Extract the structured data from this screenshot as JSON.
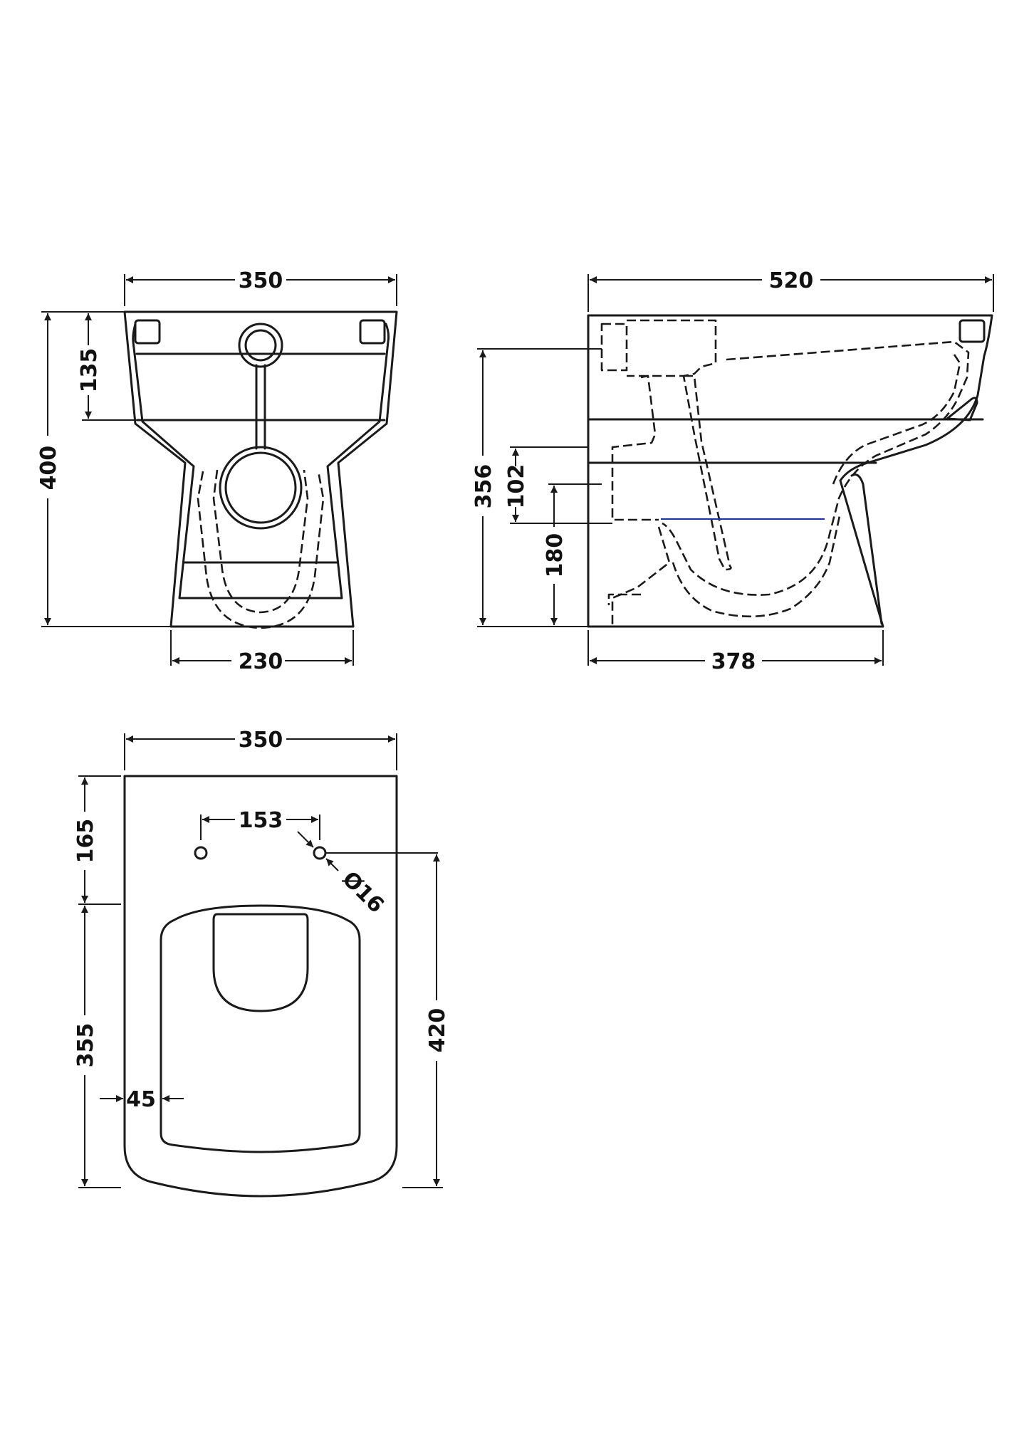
{
  "front_view": {
    "overall_width": "350",
    "base_width": "230",
    "overall_height": "400",
    "cistern_inlet_height": "135"
  },
  "side_view": {
    "overall_depth": "520",
    "base_depth": "378",
    "inlet_height": "356",
    "outlet_span": "102",
    "outlet_height": "180"
  },
  "top_view": {
    "overall_width": "350",
    "fixing_hole_centres": "153",
    "fixing_hole_diameter": "Ø16",
    "rear_to_fixing": "165",
    "fixing_to_front": "355",
    "fixing_to_front_total": "420",
    "seat_side_offset": "45"
  },
  "colors": {
    "line": "#1a1a1a",
    "water_line": "#1f2fa8"
  }
}
